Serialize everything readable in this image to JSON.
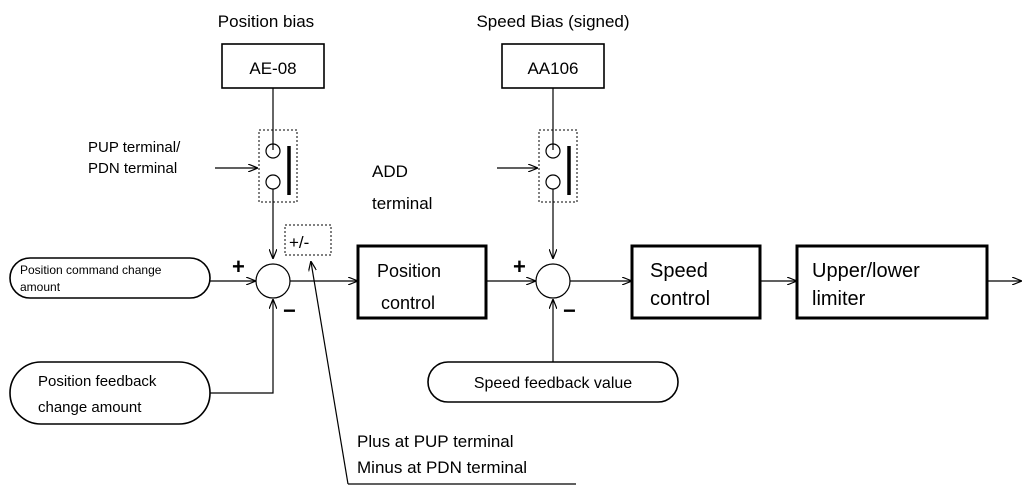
{
  "labels": {
    "position_bias_title": "Position bias",
    "position_bias_param": "AE-08",
    "speed_bias_title": "Speed Bias (signed)",
    "speed_bias_param": "AA106",
    "pup_pdn_line1": "PUP terminal/",
    "pup_pdn_line2": "PDN terminal",
    "add_line1": "ADD",
    "add_line2": "terminal",
    "plus_minus": "+/-",
    "plus": "+",
    "minus": "−",
    "position_cmd_line1": "Position command change",
    "position_cmd_line2": "amount",
    "position_fb_line1": "Position feedback",
    "position_fb_line2": "change amount",
    "position_control_line1": "Position",
    "position_control_line2": "control",
    "speed_control_line1": "Speed",
    "speed_control_line2": "control",
    "limiter_line1": "Upper/lower",
    "limiter_line2": "limiter",
    "speed_fb": "Speed feedback value",
    "note_line1": "Plus at PUP terminal",
    "note_line2": "Minus at PDN terminal"
  }
}
